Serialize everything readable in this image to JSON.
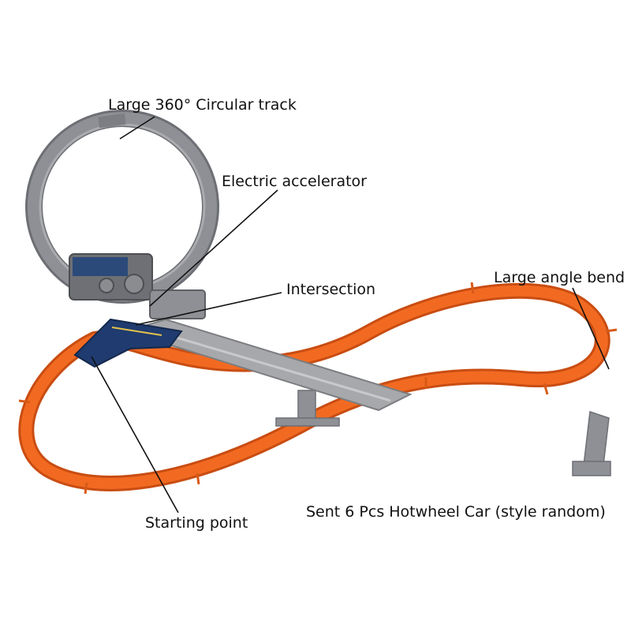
{
  "labels": {
    "loop": "Large 360° Circular track",
    "accelerator": "Electric accelerator",
    "intersection": "Intersection",
    "bend": "Large angle bend",
    "start": "Starting point",
    "cars": "Sent 6 Pcs Hotwheel Car (style random)"
  },
  "colors": {
    "track_orange": "#f26a21",
    "track_orange_dark": "#c94d12",
    "loop_gray": "#8e9095",
    "loop_gray_dark": "#6d6f74",
    "launcher_blue": "#1f3b6f",
    "ramp_gray": "#a7a8ab",
    "leader_line": "#111111",
    "text": "#111111"
  }
}
